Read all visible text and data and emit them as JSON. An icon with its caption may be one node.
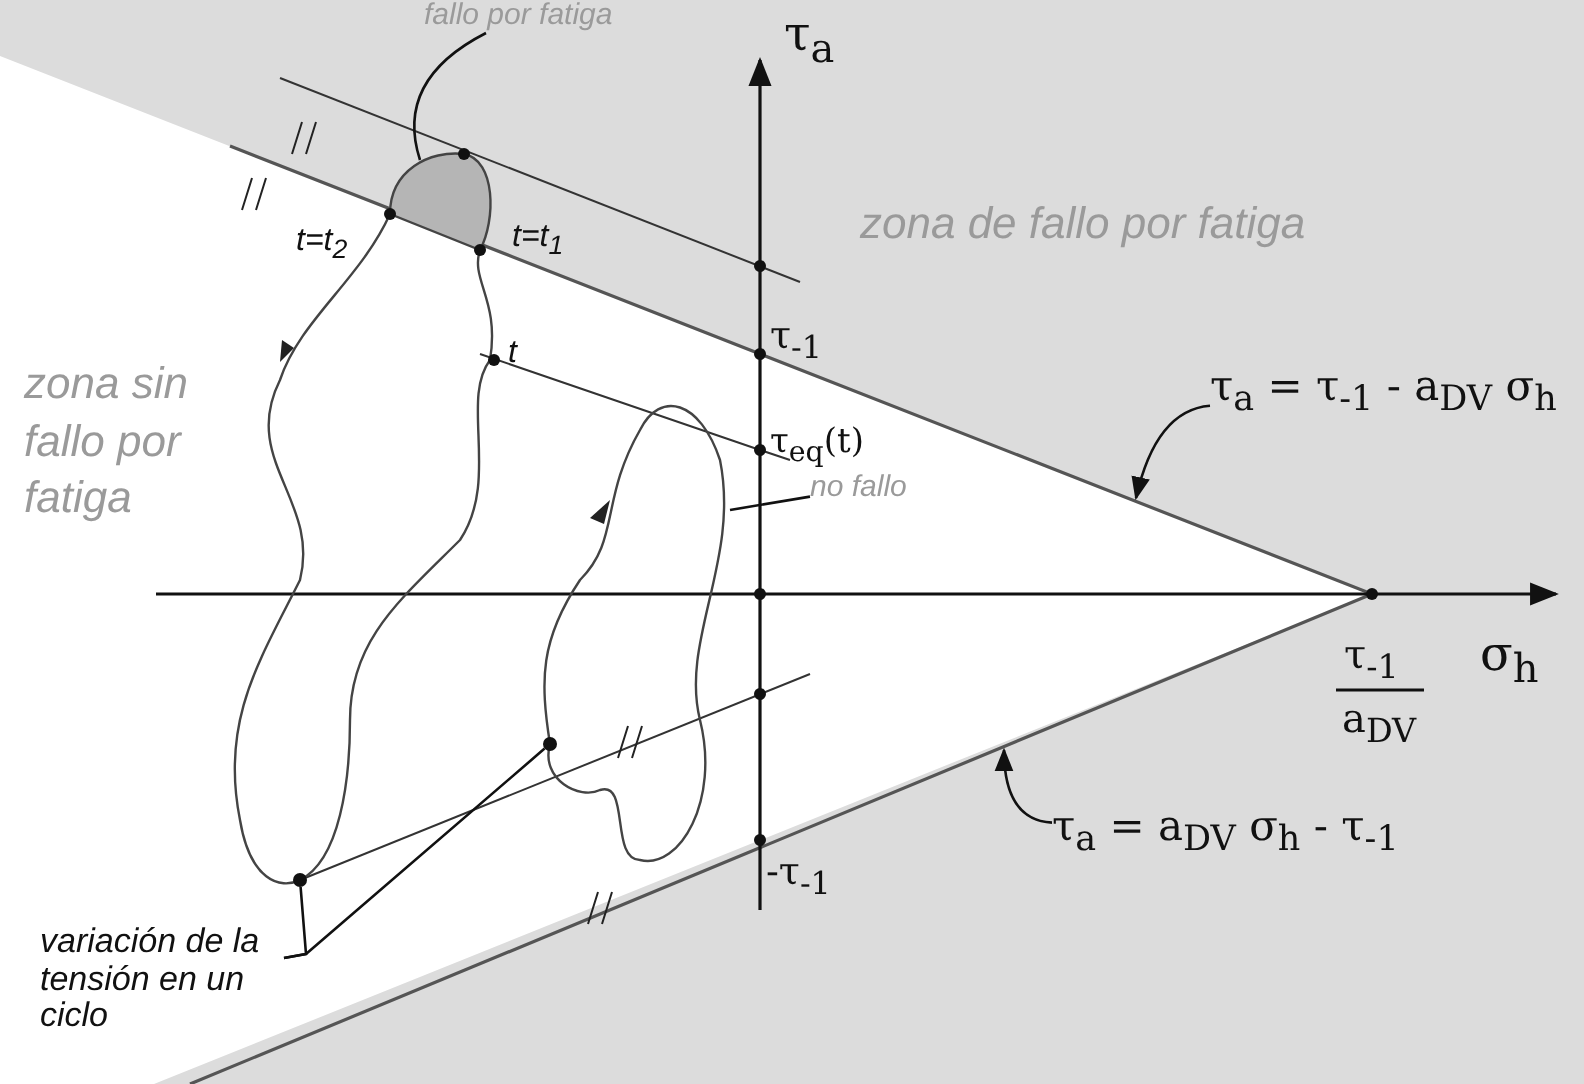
{
  "diagram": {
    "nodes": [
      {
        "text": [
          "fallo por fatiga"
        ]
      },
      {
        "text": [
          "no fallo"
        ]
      },
      {
        "text": [
          "τ$_{a}$ = τ$_{-1}$ - a$_{DV}$ σ$_{h}$"
        ]
      },
      {
        "text": [
          "τ$_{a}$ = a$_{DV}$ σ$_{h}$ - τ$_{-1}$"
        ]
      },
      {
        "text": [
          "variación de la tensión en un ciclo"
        ]
      },
      {
        "text": [],
        "shape": "circle"
      },
      {
        "text": [],
        "shape": "circle"
      }
    ],
    "edges": [
      {
        "from": 0,
        "to": null,
        "arrow": "none"
      },
      {
        "from": 1,
        "to": null,
        "arrow": "none"
      },
      {
        "from": 2,
        "to": null,
        "arrow": "to"
      },
      {
        "from": 3,
        "to": null,
        "arrow": "to"
      },
      {
        "from": 4,
        "to": 5,
        "arrow": "none"
      },
      {
        "from": 4,
        "to": 6,
        "arrow": "none"
      }
    ],
    "labels": [
      "τ$_{a}$",
      "zona de fallo por fatiga",
      "t=t$_{2}$",
      "t=t$_{1}$",
      "zona sin fallo por fatiga",
      "τ$_{-1}$",
      "t",
      "τ$_{eq}$(t)",
      "τ$_{-1}$",
      "a$_{DV}$",
      "σ$_{h}$",
      "-τ$_{-1}$"
    ]
  }
}
